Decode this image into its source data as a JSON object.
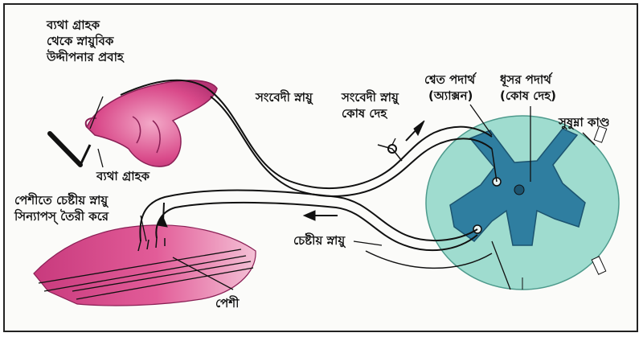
{
  "labels": {
    "pain_receptor_impulse": [
      "ব্যথা গ্রাহক",
      "থেকে স্নায়ুবিক",
      "উদ্দীপনার প্রবাহ"
    ],
    "sensory_nerve": "সংবেদী স্নায়ু",
    "sensory_cell_body": [
      "সংবেদী স্নায়ু",
      "কোষ দেহ"
    ],
    "white_matter": [
      "শ্বেত পদার্থ",
      "(অ্যাক্সন)"
    ],
    "gray_matter": [
      "ধূসর পদার্থ",
      "(কোষ দেহ)"
    ],
    "spinal_cord": "সুষুম্না কাণ্ড",
    "pain_receptor": "ব্যথা গ্রাহক",
    "motor_synapse": [
      "পেশীতে চেষ্টীয় স্নায়ু",
      "সিন্যাপস্ তৈরী করে"
    ],
    "motor_nerve": "চেষ্টীয় স্নায়ু",
    "muscle": "পেশী"
  },
  "colors": {
    "skin_pink": "#d94a8a",
    "spinal_white": "#9fdccf",
    "spinal_gray": "#2f7ea0",
    "line": "#111111"
  }
}
